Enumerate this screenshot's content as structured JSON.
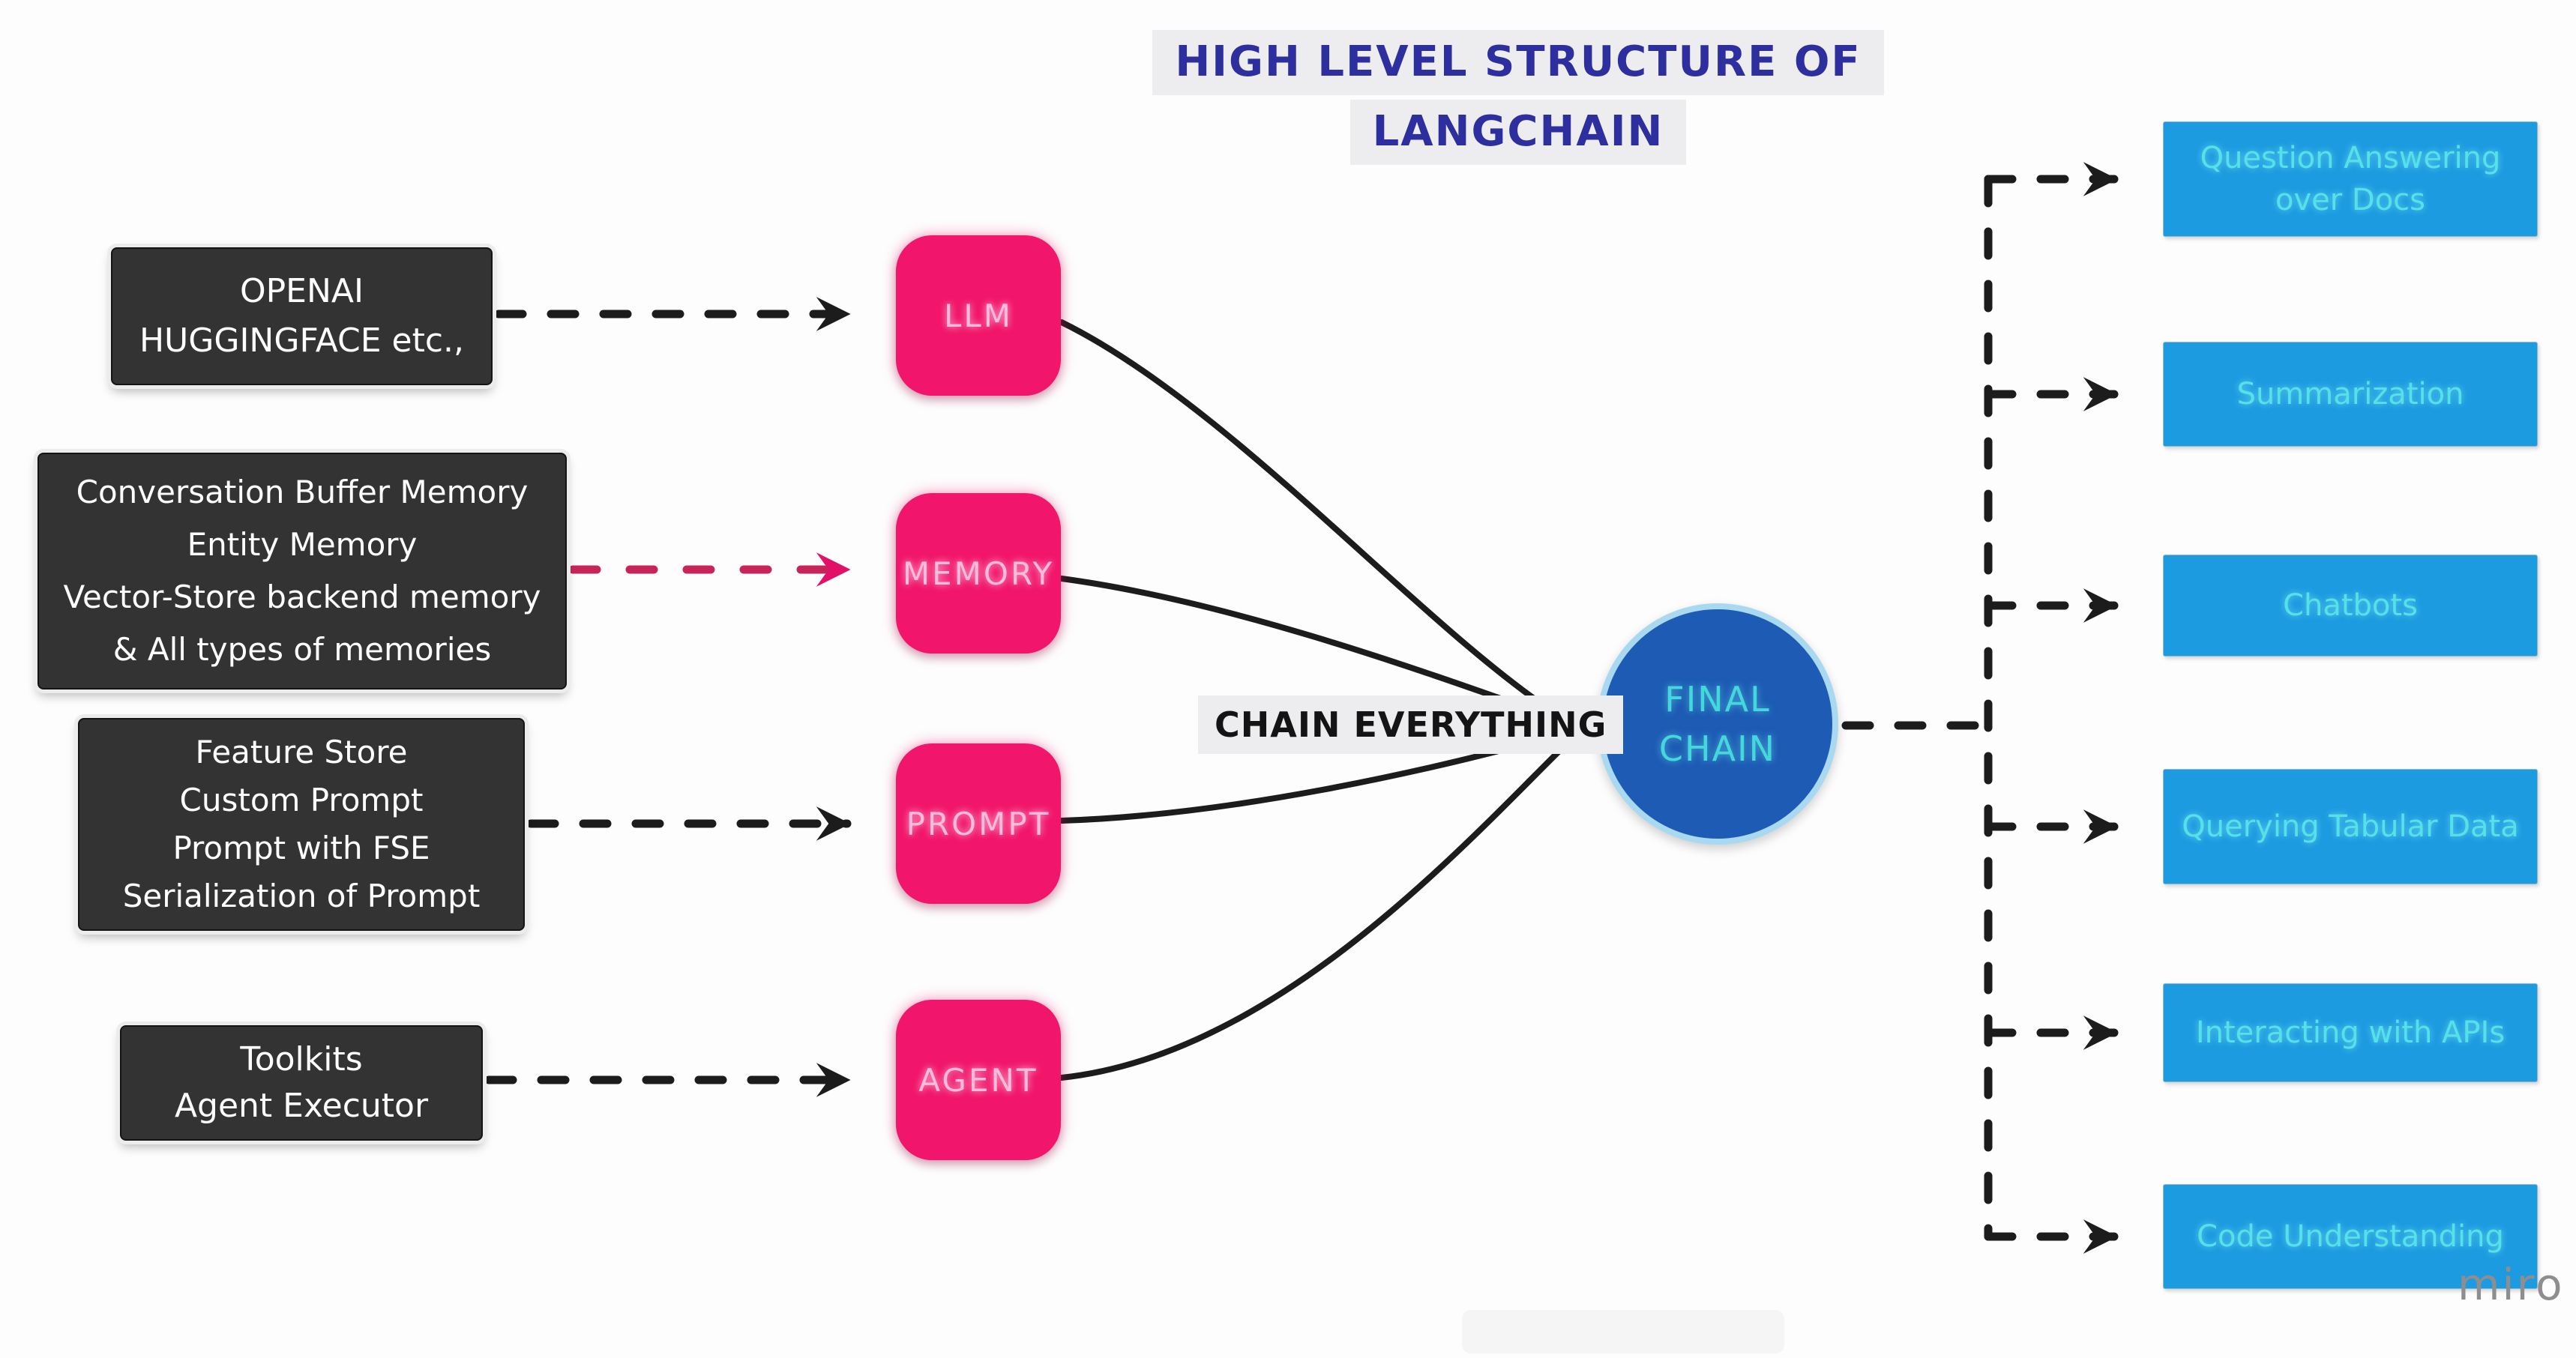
{
  "title": {
    "line1": "HIGH LEVEL STRUCTURE OF",
    "line2": "LANGCHAIN"
  },
  "left_boxes": [
    {
      "id": "llm-providers",
      "lines": [
        "OPENAI",
        "HUGGINGFACE etc.,"
      ]
    },
    {
      "id": "memory-types",
      "lines": [
        "Conversation Buffer Memory",
        "Entity Memory",
        "Vector-Store backend memory",
        "& All types of memories"
      ]
    },
    {
      "id": "prompt-tools",
      "lines": [
        "Feature Store",
        "Custom Prompt",
        "Prompt with FSE",
        "Serialization of Prompt"
      ]
    },
    {
      "id": "agent-tools",
      "lines": [
        "Toolkits",
        "Agent Executor"
      ]
    }
  ],
  "nodes": [
    {
      "label": "LLM"
    },
    {
      "label": "MEMORY"
    },
    {
      "label": "PROMPT"
    },
    {
      "label": "AGENT"
    }
  ],
  "chain_label": "CHAIN EVERYTHING",
  "final_chain": {
    "line1": "FINAL",
    "line2": "CHAIN"
  },
  "use_cases": [
    "Question Answering over Docs",
    "Summarization",
    "Chatbots",
    "Querying Tabular Data",
    "Interacting with APIs",
    "Code Understanding"
  ],
  "watermark": "miro",
  "edges": [
    {
      "from": "OPENAI HUGGINGFACE etc.,",
      "to": "LLM",
      "style": "dashed-arrow",
      "color": "black"
    },
    {
      "from": "Conversation Buffer Memory / Entity Memory / Vector-Store backend memory / & All types of memories",
      "to": "MEMORY",
      "style": "dashed-arrow",
      "color": "pink"
    },
    {
      "from": "Feature Store / Custom Prompt / Prompt with FSE / Serialization of Prompt",
      "to": "PROMPT",
      "style": "dashed-arrow",
      "color": "black"
    },
    {
      "from": "Toolkits / Agent Executor",
      "to": "AGENT",
      "style": "dashed-arrow",
      "color": "black"
    },
    {
      "from": "LLM",
      "to": "CHAIN EVERYTHING",
      "style": "solid-curve",
      "color": "black"
    },
    {
      "from": "MEMORY",
      "to": "CHAIN EVERYTHING",
      "style": "solid-curve",
      "color": "black"
    },
    {
      "from": "PROMPT",
      "to": "CHAIN EVERYTHING",
      "style": "solid-curve",
      "color": "black"
    },
    {
      "from": "AGENT",
      "to": "CHAIN EVERYTHING",
      "style": "solid-curve",
      "color": "black"
    },
    {
      "from": "CHAIN EVERYTHING",
      "to": "FINAL CHAIN",
      "style": "solid-arrow",
      "color": "black"
    },
    {
      "from": "FINAL CHAIN",
      "to": "Question Answering over Docs",
      "style": "dashed-arrow",
      "color": "black"
    },
    {
      "from": "FINAL CHAIN",
      "to": "Summarization",
      "style": "dashed-arrow",
      "color": "black"
    },
    {
      "from": "FINAL CHAIN",
      "to": "Chatbots",
      "style": "dashed-arrow",
      "color": "black"
    },
    {
      "from": "FINAL CHAIN",
      "to": "Querying Tabular Data",
      "style": "dashed-arrow",
      "color": "black"
    },
    {
      "from": "FINAL CHAIN",
      "to": "Interacting with APIs",
      "style": "dashed-arrow",
      "color": "black"
    },
    {
      "from": "FINAL CHAIN",
      "to": "Code Understanding",
      "style": "dashed-arrow",
      "color": "black"
    }
  ],
  "colors": {
    "background": "#fdfdfd",
    "dark_box": "#333333",
    "dark_box_text": "#ffffff",
    "pink_node": "#F1156B",
    "pink_node_text": "#FFBADC",
    "final_circle": "#1D5BB4",
    "final_circle_ring": "#A9D9F0",
    "final_circle_text": "#43D9DB",
    "use_case_box": "#1C9BE0",
    "use_case_text": "#55E2E6",
    "title_text": "#2E2F9E",
    "label_bg": "#EDEDEF",
    "label_text": "#141414",
    "arrow_black": "#1C1C1C",
    "arrow_pink": "#C72459",
    "watermark_text": "#8E8E8E"
  }
}
